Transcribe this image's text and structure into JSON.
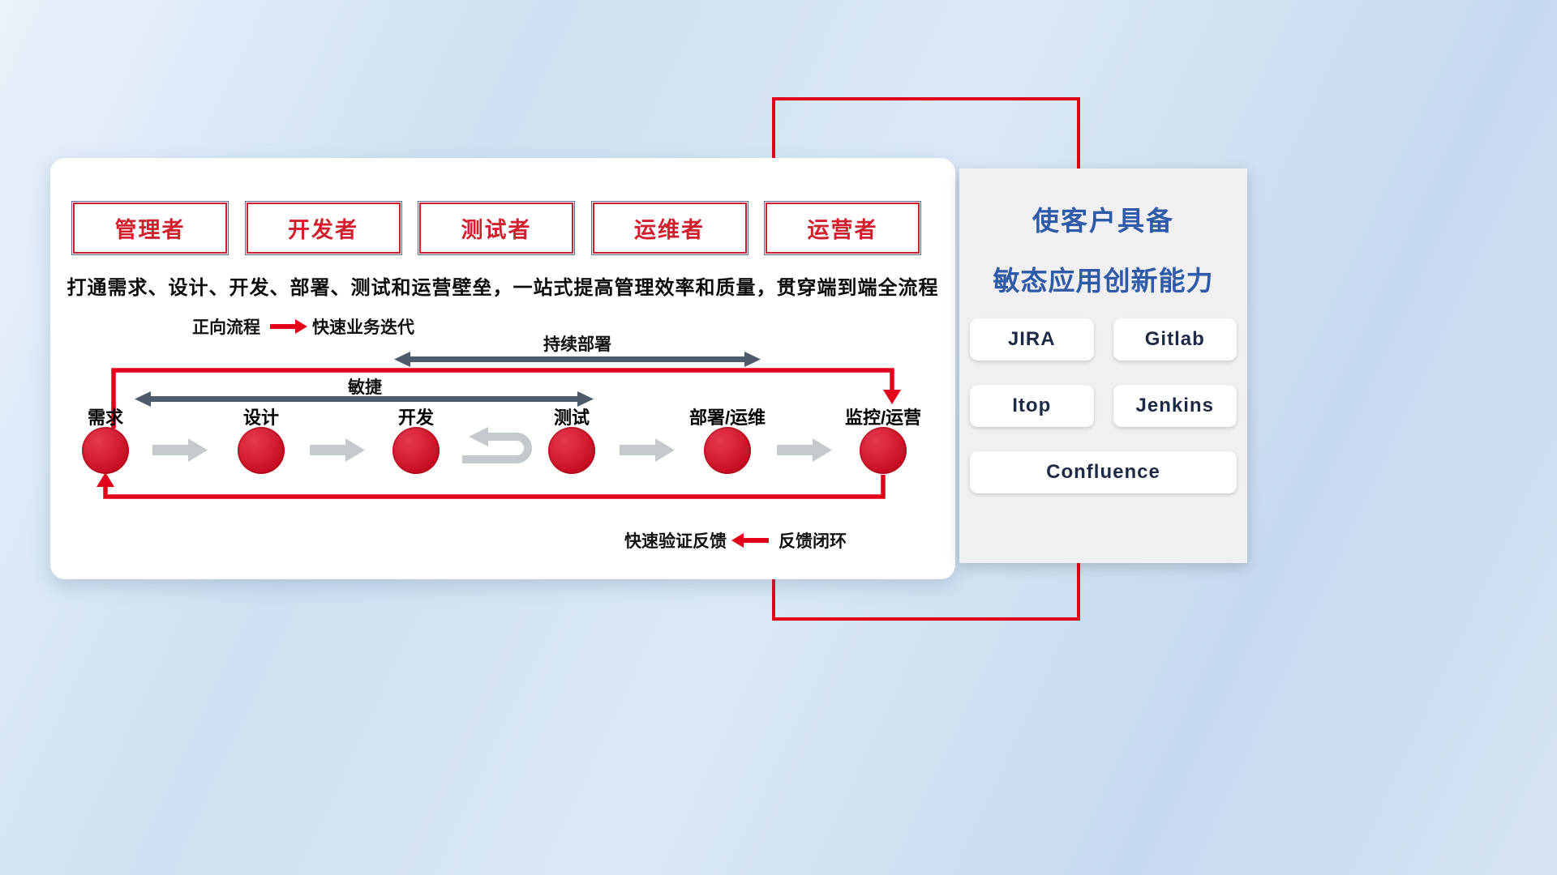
{
  "colors": {
    "red": "#e2001a",
    "role_text_red": "#d0202e",
    "title_blue": "#2e5aa8",
    "dark_arrow": "#4d5a6b",
    "gray_arrow": "#c4c9ce",
    "node_red": "#c60e22"
  },
  "workflow": {
    "roles": [
      "管理者",
      "开发者",
      "测试者",
      "运维者",
      "运营者"
    ],
    "headline": "打通需求、设计、开发、部署、测试和运营壁垒，一站式提高管理效率和质量，贯穿端到端全流程",
    "legend_forward_label": "正向流程",
    "legend_forward_desc": "快速业务迭代",
    "arrow_continuous": "持续部署",
    "arrow_agile": "敏捷",
    "nodes": [
      "需求",
      "设计",
      "开发",
      "测试",
      "部署/运维",
      "监控/运营"
    ],
    "legend_feedback_label": "快速验证反馈",
    "legend_feedback_desc": "反馈闭环"
  },
  "side_panel": {
    "title_line1": "使客户具备",
    "title_line2": "敏态应用创新能力",
    "tools": [
      "JIRA",
      "Gitlab",
      "Itop",
      "Jenkins",
      "Confluence"
    ]
  }
}
